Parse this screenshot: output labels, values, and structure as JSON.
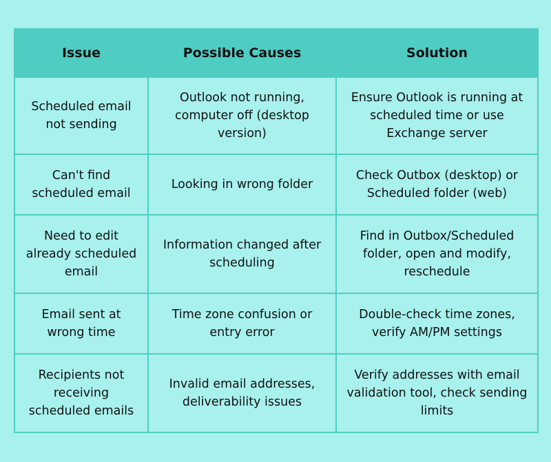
{
  "headers": [
    "Issue",
    "Possible Causes",
    "Solution"
  ],
  "rows": [
    [
      "Scheduled email not sending",
      "Outlook not running, computer off (desktop version)",
      "Ensure Outlook is running at scheduled time or use Exchange server"
    ],
    [
      "Can't find scheduled email",
      "Looking in wrong folder",
      "Check Outbox (desktop) or Scheduled folder (web)"
    ],
    [
      "Need to edit already scheduled email",
      "Information changed after scheduling",
      "Find in Outbox/Scheduled folder, open and modify, reschedule"
    ],
    [
      "Email sent at wrong time",
      "Time zone confusion or entry error",
      "Double-check time zones, verify AM/PM settings"
    ],
    [
      "Recipients not receiving scheduled emails",
      "Invalid email addresses, deliverability issues",
      "Verify addresses with email validation tool, check sending limits"
    ]
  ],
  "colors": {
    "background": "#a8f1ed",
    "header_background": "#4fcdc2",
    "border": "#4fcdc2",
    "text": "#111111"
  }
}
